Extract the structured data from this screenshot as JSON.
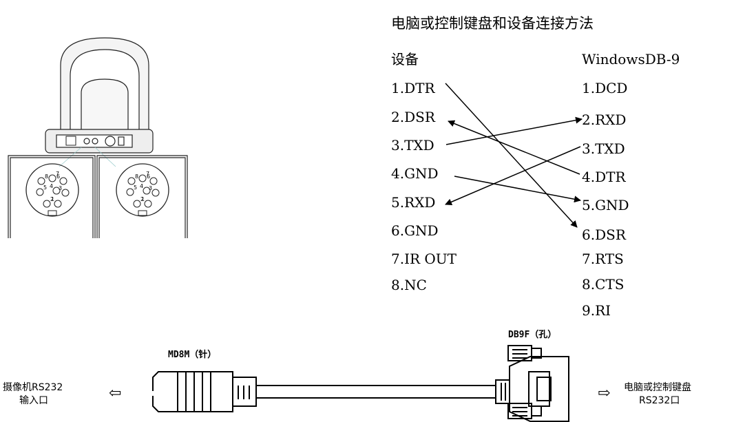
{
  "diagram": {
    "title": "电脑或控制键盘和设备连接方法",
    "device_header": "设备",
    "pc_header": "WindowsDB-9",
    "device_pins": [
      "1.DTR",
      "2.DSR",
      "3.TXD",
      "4.GND",
      "5.RXD",
      "6.GND",
      "7.IR OUT",
      "8.NC"
    ],
    "pc_pins": [
      "1.DCD",
      "2.RXD",
      "3.TXD",
      "4.DTR",
      "5.GND",
      "6.DSR",
      "7.RTS",
      "8.CTS",
      "9.RI"
    ],
    "connections": [
      {
        "from": "1.DTR",
        "to": "6.DSR"
      },
      {
        "from": "3.TXD",
        "to": "2.RXD"
      },
      {
        "from": "4.DTR",
        "to": "2.DSR"
      },
      {
        "from": "4.GND",
        "to": "5.GND"
      },
      {
        "from": "3.TXD",
        "to": "5.RXD"
      }
    ]
  },
  "cable": {
    "left_connector_label": "MD8M（针）",
    "right_connector_label": "DB9F（孔）",
    "camera_port_line1": "摄像机RS232",
    "camera_port_line2": "输入口",
    "pc_port_line1": "电脑或控制键盘",
    "pc_port_line2": "RS232口",
    "left_arrow": "⇦",
    "right_arrow": "⇨"
  },
  "din_pins": [
    "8",
    "7",
    "6",
    "5",
    "4",
    "3",
    "2",
    "1"
  ]
}
